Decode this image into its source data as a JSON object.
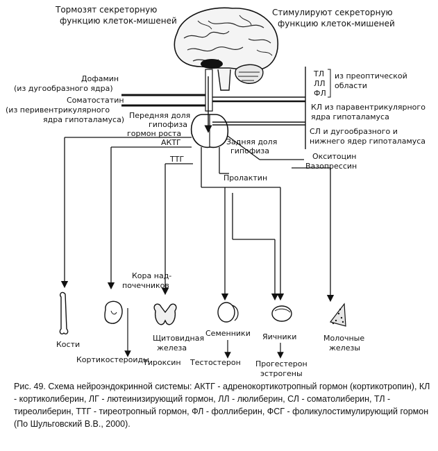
{
  "header": {
    "inhibit": [
      "Тормозят секреторную",
      "функцию клеток-мишеней"
    ],
    "stimulate": [
      "Стимулируют секреторную",
      "функцию клеток-мишеней"
    ]
  },
  "inhibitors": {
    "dopamine": [
      "Дофамин",
      "(из дугообразного ядра)"
    ],
    "somatostatin": [
      "Соматостатин",
      "(из перивентрикулярного",
      "ядра гипоталамуса)"
    ]
  },
  "stimulators": {
    "tl": "ТЛ",
    "ll": "ЛЛ",
    "fl": "ФЛ",
    "preoptic": [
      "из преоптической",
      "области"
    ],
    "kl": [
      "КЛ из паравентрикулярного",
      "ядра гипоталамуса"
    ],
    "sl": [
      "СЛ и дугообразного и",
      "нижнего ядер гипоталамуса"
    ]
  },
  "pituitary": {
    "anterior": [
      "Передняя доля",
      "гипофиза"
    ],
    "gh": "гормон роста",
    "acth": "АКТГ",
    "tsh": "ТТГ",
    "posterior": [
      "Задняя доля",
      "гипофиза"
    ],
    "oxytocin": "Окситоцин",
    "vasopressin": "Вазопрессин",
    "prolactin": "Пролактин"
  },
  "targets": {
    "bones": "Кости",
    "adrenal_cortex": [
      "Кора над-",
      "почечников"
    ],
    "corticosteroids": "Кортикостероиды",
    "thyroid": [
      "Щитовидная",
      "железа"
    ],
    "thyroxine": "Тироксин",
    "testes": "Семенники",
    "testosterone": "Тестостерон",
    "ovaries": "Яичники",
    "progesterone_estrogens": [
      "Прогестерон",
      "эстрогены"
    ],
    "mammary": [
      "Молочные",
      "железы"
    ]
  },
  "caption": "Рис. 49. Схема нейроэндокринной системы: АКТГ - адренокортикотропный гормон (кортикотропин), КЛ - кортиколиберин, ЛГ - лютеинизирующий гормон, ЛЛ - люлиберин, СЛ - соматолиберин, ТЛ - тиреолиберин, ТТГ - тиреотропный гормон, ФЛ - фоллиберин, ФСГ - фоликулостимулирующий гормон (По Шульговский В.В., 2000)."
}
